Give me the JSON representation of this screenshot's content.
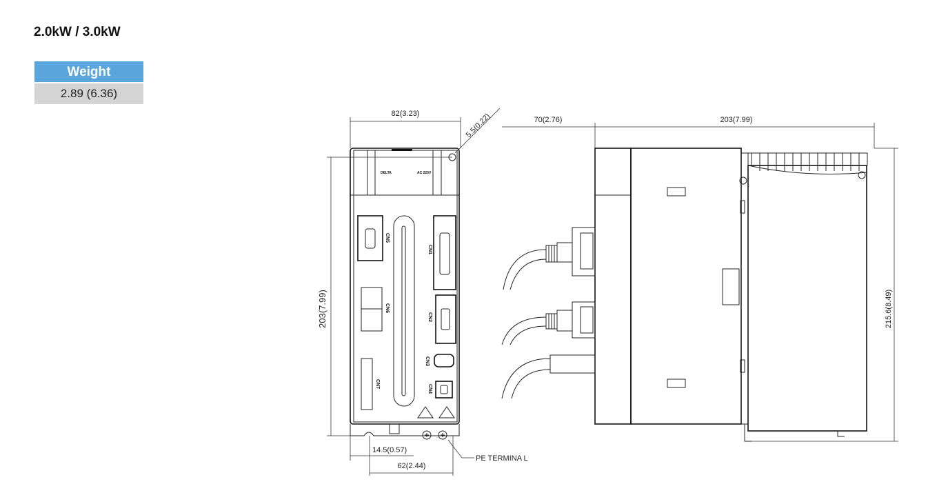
{
  "title": "2.0kW / 3.0kW",
  "weight_table": {
    "header": "Weight",
    "value": "2.89 (6.36)"
  },
  "front_view": {
    "dim_width": "82(3.23)",
    "dim_corner": "5.5(0.22)",
    "dim_height": "203(7.99)",
    "dim_bottom_offset": "14.5(0.57)",
    "dim_bottom_mount": "62(2.44)",
    "pe_terminal": "PE TERMINA L",
    "connectors": [
      "CN5",
      "CN6",
      "CN7",
      "CN1",
      "CN2",
      "CN3",
      "CN4"
    ]
  },
  "side_view": {
    "dim_cable": "70(2.76)",
    "dim_depth": "203(7.99)",
    "dim_height": "215.6(8.49)"
  }
}
